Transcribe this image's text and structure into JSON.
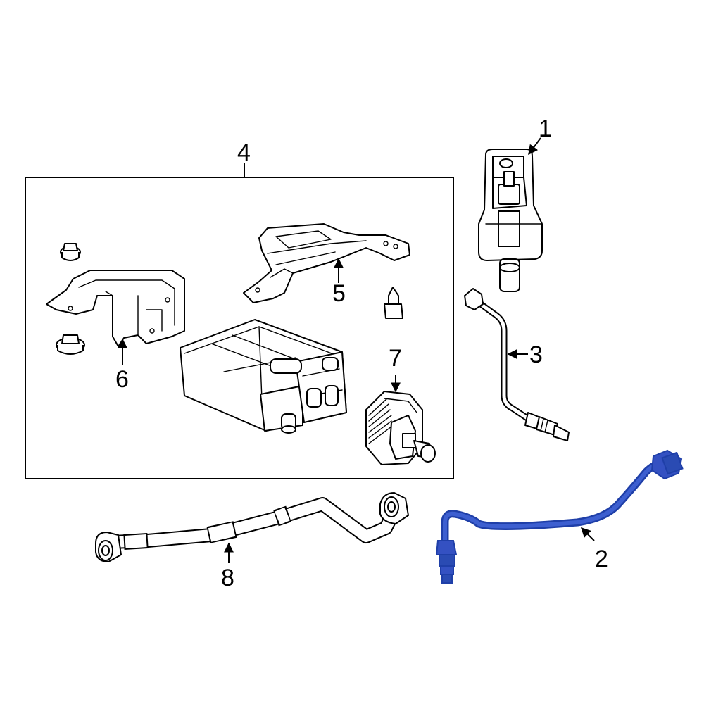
{
  "callouts": {
    "c1": "1",
    "c2": "2",
    "c3": "3",
    "c4": "4",
    "c5": "5",
    "c6": "6",
    "c7": "7",
    "c8": "8"
  },
  "colors": {
    "line": "#000000",
    "highlight": "#2a4bb3",
    "highlight_dark": "#1f3fa8",
    "background": "#ffffff"
  }
}
